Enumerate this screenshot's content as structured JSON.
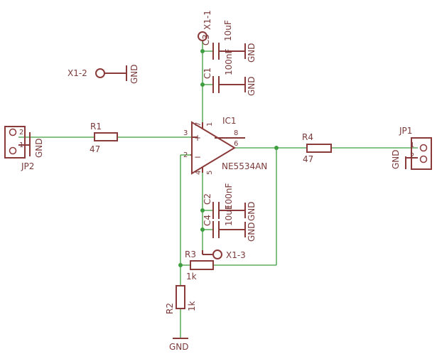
{
  "colors": {
    "part": "#8b3a3a",
    "wire": "#3f9e3f",
    "text": "#7a3a3a",
    "background": "#ffffff"
  },
  "labels": {
    "x1_1": "X1-1",
    "x1_2": "X1-2",
    "x1_3": "X1-3",
    "c3": "C3",
    "c3_val": "10uF",
    "c1": "C1",
    "c1_val": "100nF",
    "c2": "C2",
    "c2_val": "100nF",
    "c4": "C4",
    "c4_val": "10uF",
    "gnd": "GND",
    "r1": "R1",
    "r1_val": "47",
    "r2": "R2",
    "r2_val": "1k",
    "r3": "R3",
    "r3_val": "1k",
    "r4": "R4",
    "r4_val": "47",
    "ic1": "IC1",
    "ic1_val": "NE5534AN",
    "jp1": "JP1",
    "jp2": "JP2",
    "plus": "+",
    "minus": "−",
    "pins": {
      "p1": "1",
      "p2": "2",
      "p3": "3",
      "p4": "4",
      "p5": "5",
      "p6": "6",
      "p7": "7",
      "p8": "8"
    }
  }
}
